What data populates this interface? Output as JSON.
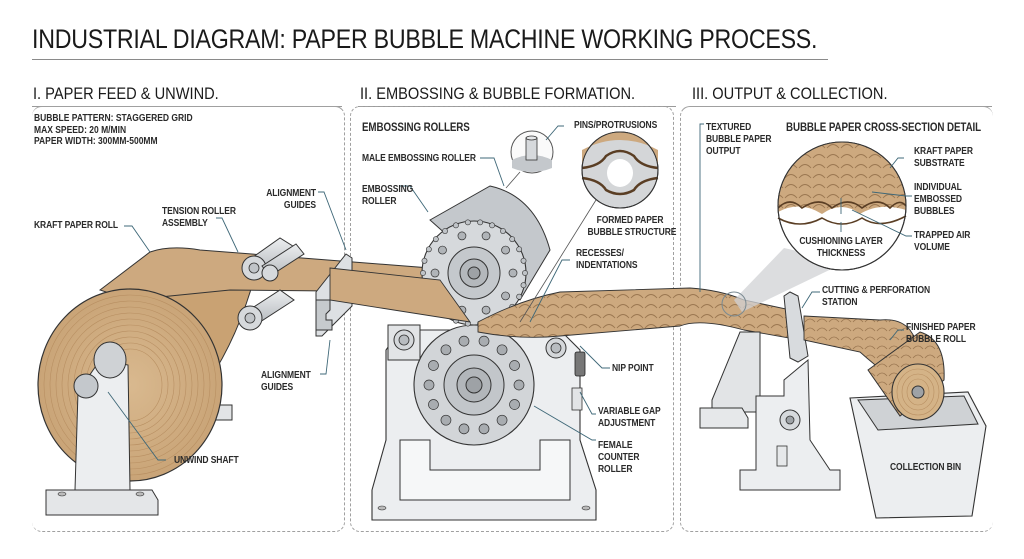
{
  "title": "INDUSTRIAL DIAGRAM: PAPER BUBBLE MACHINE WORKING PROCESS.",
  "sections": [
    {
      "heading": "I. PAPER FEED & UNWIND."
    },
    {
      "heading": "II. EMBOSSING & BUBBLE FORMATION."
    },
    {
      "heading": "III. OUTPUT & COLLECTION."
    }
  ],
  "specs": {
    "bubble_pattern": "BUBBLE PATTERN: STAGGERED GRID",
    "max_speed": "MAX SPEED: 20 M/MIN",
    "paper_width": "PAPER WIDTH: 300MM-500MM"
  },
  "section1_labels": {
    "kraft_paper_roll": "KRAFT PAPER ROLL",
    "tension_roller_1": "TENSION ROLLER",
    "tension_roller_2": "ASSEMBLY",
    "alignment_top_1": "ALIGNMENT",
    "alignment_top_2": "GUIDES",
    "alignment_bottom_1": "ALIGNMENT",
    "alignment_bottom_2": "GUIDES",
    "unwind_shaft": "UNWIND SHAFT"
  },
  "section2_labels": {
    "embossing_rollers": "EMBOSSING ROLLERS",
    "male_roller": "MALE EMBOSSING ROLLER",
    "embossing_roller_1": "EMBOSSING",
    "embossing_roller_2": "ROLLER",
    "pins": "PINS/PROTRUSIONS",
    "formed_1": "FORMED PAPER",
    "formed_2": "BUBBLE STRUCTURE",
    "recesses_1": "RECESSES/",
    "recesses_2": "INDENTATIONS",
    "nip_point": "NIP POINT",
    "gap_1": "VARIABLE GAP",
    "gap_2": "ADJUSTMENT",
    "female_1": "FEMALE",
    "female_2": "COUNTER",
    "female_3": "ROLLER"
  },
  "section3_labels": {
    "textured_1": "TEXTURED",
    "textured_2": "BUBBLE PAPER",
    "textured_3": "OUTPUT",
    "cross_section": "BUBBLE PAPER CROSS-SECTION DETAIL",
    "kraft_sub_1": "KRAFT PAPER",
    "kraft_sub_2": "SUBSTRATE",
    "individual_1": "INDIVIDUAL",
    "individual_2": "EMBOSSED",
    "individual_3": "BUBBLES",
    "trapped_1": "TRAPPED AIR",
    "trapped_2": "VOLUME",
    "cushion_1": "CUSHIONING LAYER",
    "cushion_2": "THICKNESS",
    "cutting_1": "CUTTING & PERFORATION",
    "cutting_2": "STATION",
    "finished_1": "FINISHED PAPER",
    "finished_2": "BUBBLE ROLL",
    "collection_bin": "COLLECTION BIN"
  },
  "colors": {
    "kraft": "#cda97f",
    "kraft_dark": "#b48d63",
    "metal": "#d4d6d8",
    "metal_dark": "#9ea2a6",
    "leader": "#3f6878",
    "ink": "#1a1a1a"
  }
}
